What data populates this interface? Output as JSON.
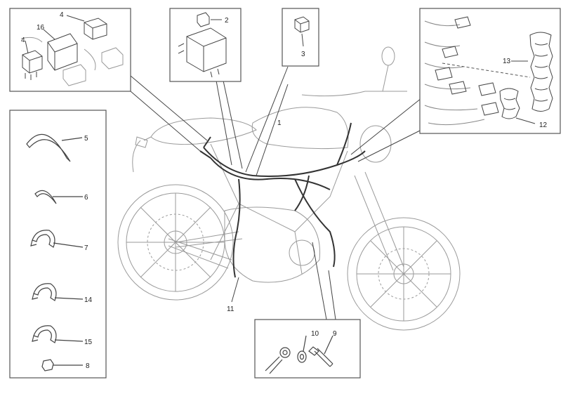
{
  "callouts": {
    "c1": "1",
    "c2": "2",
    "c3": "3",
    "c4a": "4",
    "c4b": "4",
    "c5": "5",
    "c6": "6",
    "c7": "7",
    "c8": "8",
    "c9": "9",
    "c10": "10",
    "c11": "11",
    "c12": "12",
    "c13": "13",
    "c14": "14",
    "c15": "15",
    "c16": "16"
  },
  "colors": {
    "line": "#444444",
    "faint": "#9a9a9a",
    "frame": "#555555"
  }
}
